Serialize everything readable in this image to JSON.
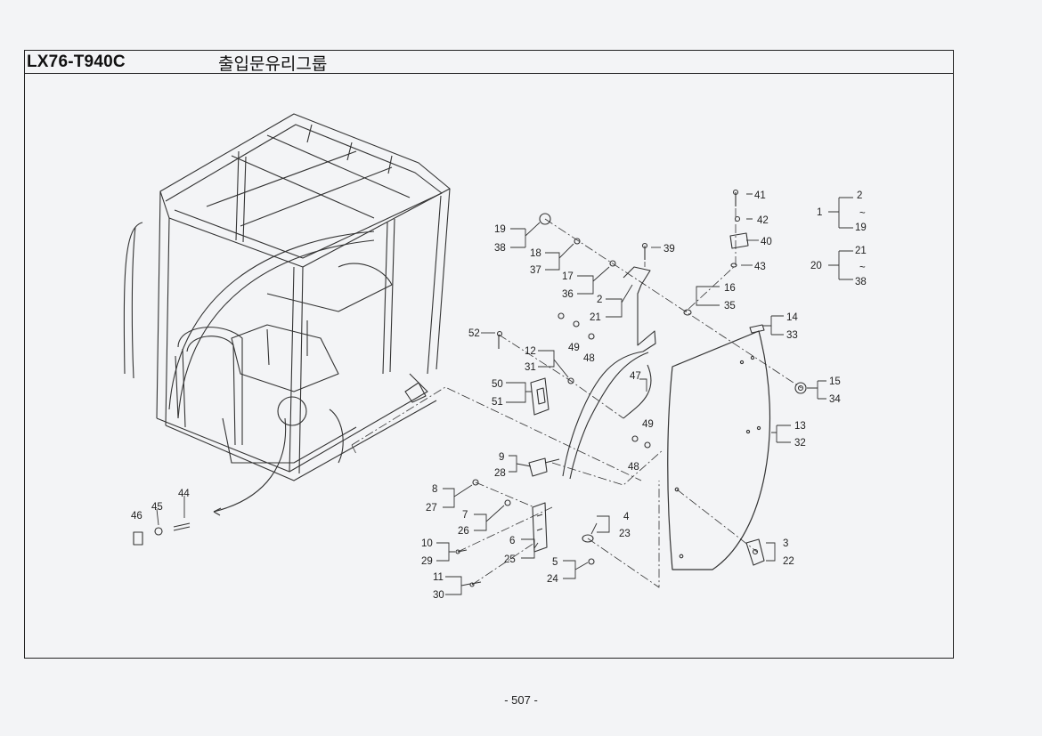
{
  "header": {
    "model_code": "LX76-T940C",
    "group_name": "출입문유리그룹"
  },
  "footer": {
    "page_number": "- 507 -"
  },
  "callouts": [
    {
      "id": "c2",
      "text": "2"
    },
    {
      "id": "c19a",
      "text": "19"
    },
    {
      "id": "c1",
      "text": "1"
    },
    {
      "id": "c21a",
      "text": "21"
    },
    {
      "id": "c38a",
      "text": "38"
    },
    {
      "id": "c20",
      "text": "20"
    },
    {
      "id": "c41",
      "text": "41"
    },
    {
      "id": "c42",
      "text": "42"
    },
    {
      "id": "c40",
      "text": "40"
    },
    {
      "id": "c43",
      "text": "43"
    },
    {
      "id": "c39",
      "text": "39"
    },
    {
      "id": "c16",
      "text": "16"
    },
    {
      "id": "c35",
      "text": "35"
    },
    {
      "id": "c14",
      "text": "14"
    },
    {
      "id": "c33",
      "text": "33"
    },
    {
      "id": "c15",
      "text": "15"
    },
    {
      "id": "c34",
      "text": "34"
    },
    {
      "id": "c13",
      "text": "13"
    },
    {
      "id": "c32",
      "text": "32"
    },
    {
      "id": "c19b",
      "text": "19"
    },
    {
      "id": "c38b",
      "text": "38"
    },
    {
      "id": "c18",
      "text": "18"
    },
    {
      "id": "c37",
      "text": "37"
    },
    {
      "id": "c17",
      "text": "17"
    },
    {
      "id": "c36",
      "text": "36"
    },
    {
      "id": "c2b",
      "text": "2"
    },
    {
      "id": "c21b",
      "text": "21"
    },
    {
      "id": "c52",
      "text": "52"
    },
    {
      "id": "c12",
      "text": "12"
    },
    {
      "id": "c31",
      "text": "31"
    },
    {
      "id": "c49a",
      "text": "49"
    },
    {
      "id": "c48a",
      "text": "48"
    },
    {
      "id": "c50",
      "text": "50"
    },
    {
      "id": "c51",
      "text": "51"
    },
    {
      "id": "c47",
      "text": "47"
    },
    {
      "id": "c49b",
      "text": "49"
    },
    {
      "id": "c48b",
      "text": "48"
    },
    {
      "id": "c9",
      "text": "9"
    },
    {
      "id": "c28",
      "text": "28"
    },
    {
      "id": "c8",
      "text": "8"
    },
    {
      "id": "c27",
      "text": "27"
    },
    {
      "id": "c7",
      "text": "7"
    },
    {
      "id": "c26",
      "text": "26"
    },
    {
      "id": "c4",
      "text": "4"
    },
    {
      "id": "c23",
      "text": "23"
    },
    {
      "id": "c6",
      "text": "6"
    },
    {
      "id": "c25",
      "text": "25"
    },
    {
      "id": "c10",
      "text": "10"
    },
    {
      "id": "c29",
      "text": "29"
    },
    {
      "id": "c5",
      "text": "5"
    },
    {
      "id": "c24",
      "text": "24"
    },
    {
      "id": "c11",
      "text": "11"
    },
    {
      "id": "c30",
      "text": "30"
    },
    {
      "id": "c3",
      "text": "3"
    },
    {
      "id": "c22",
      "text": "22"
    },
    {
      "id": "c44",
      "text": "44"
    },
    {
      "id": "c45",
      "text": "45"
    },
    {
      "id": "c46",
      "text": "46"
    }
  ]
}
